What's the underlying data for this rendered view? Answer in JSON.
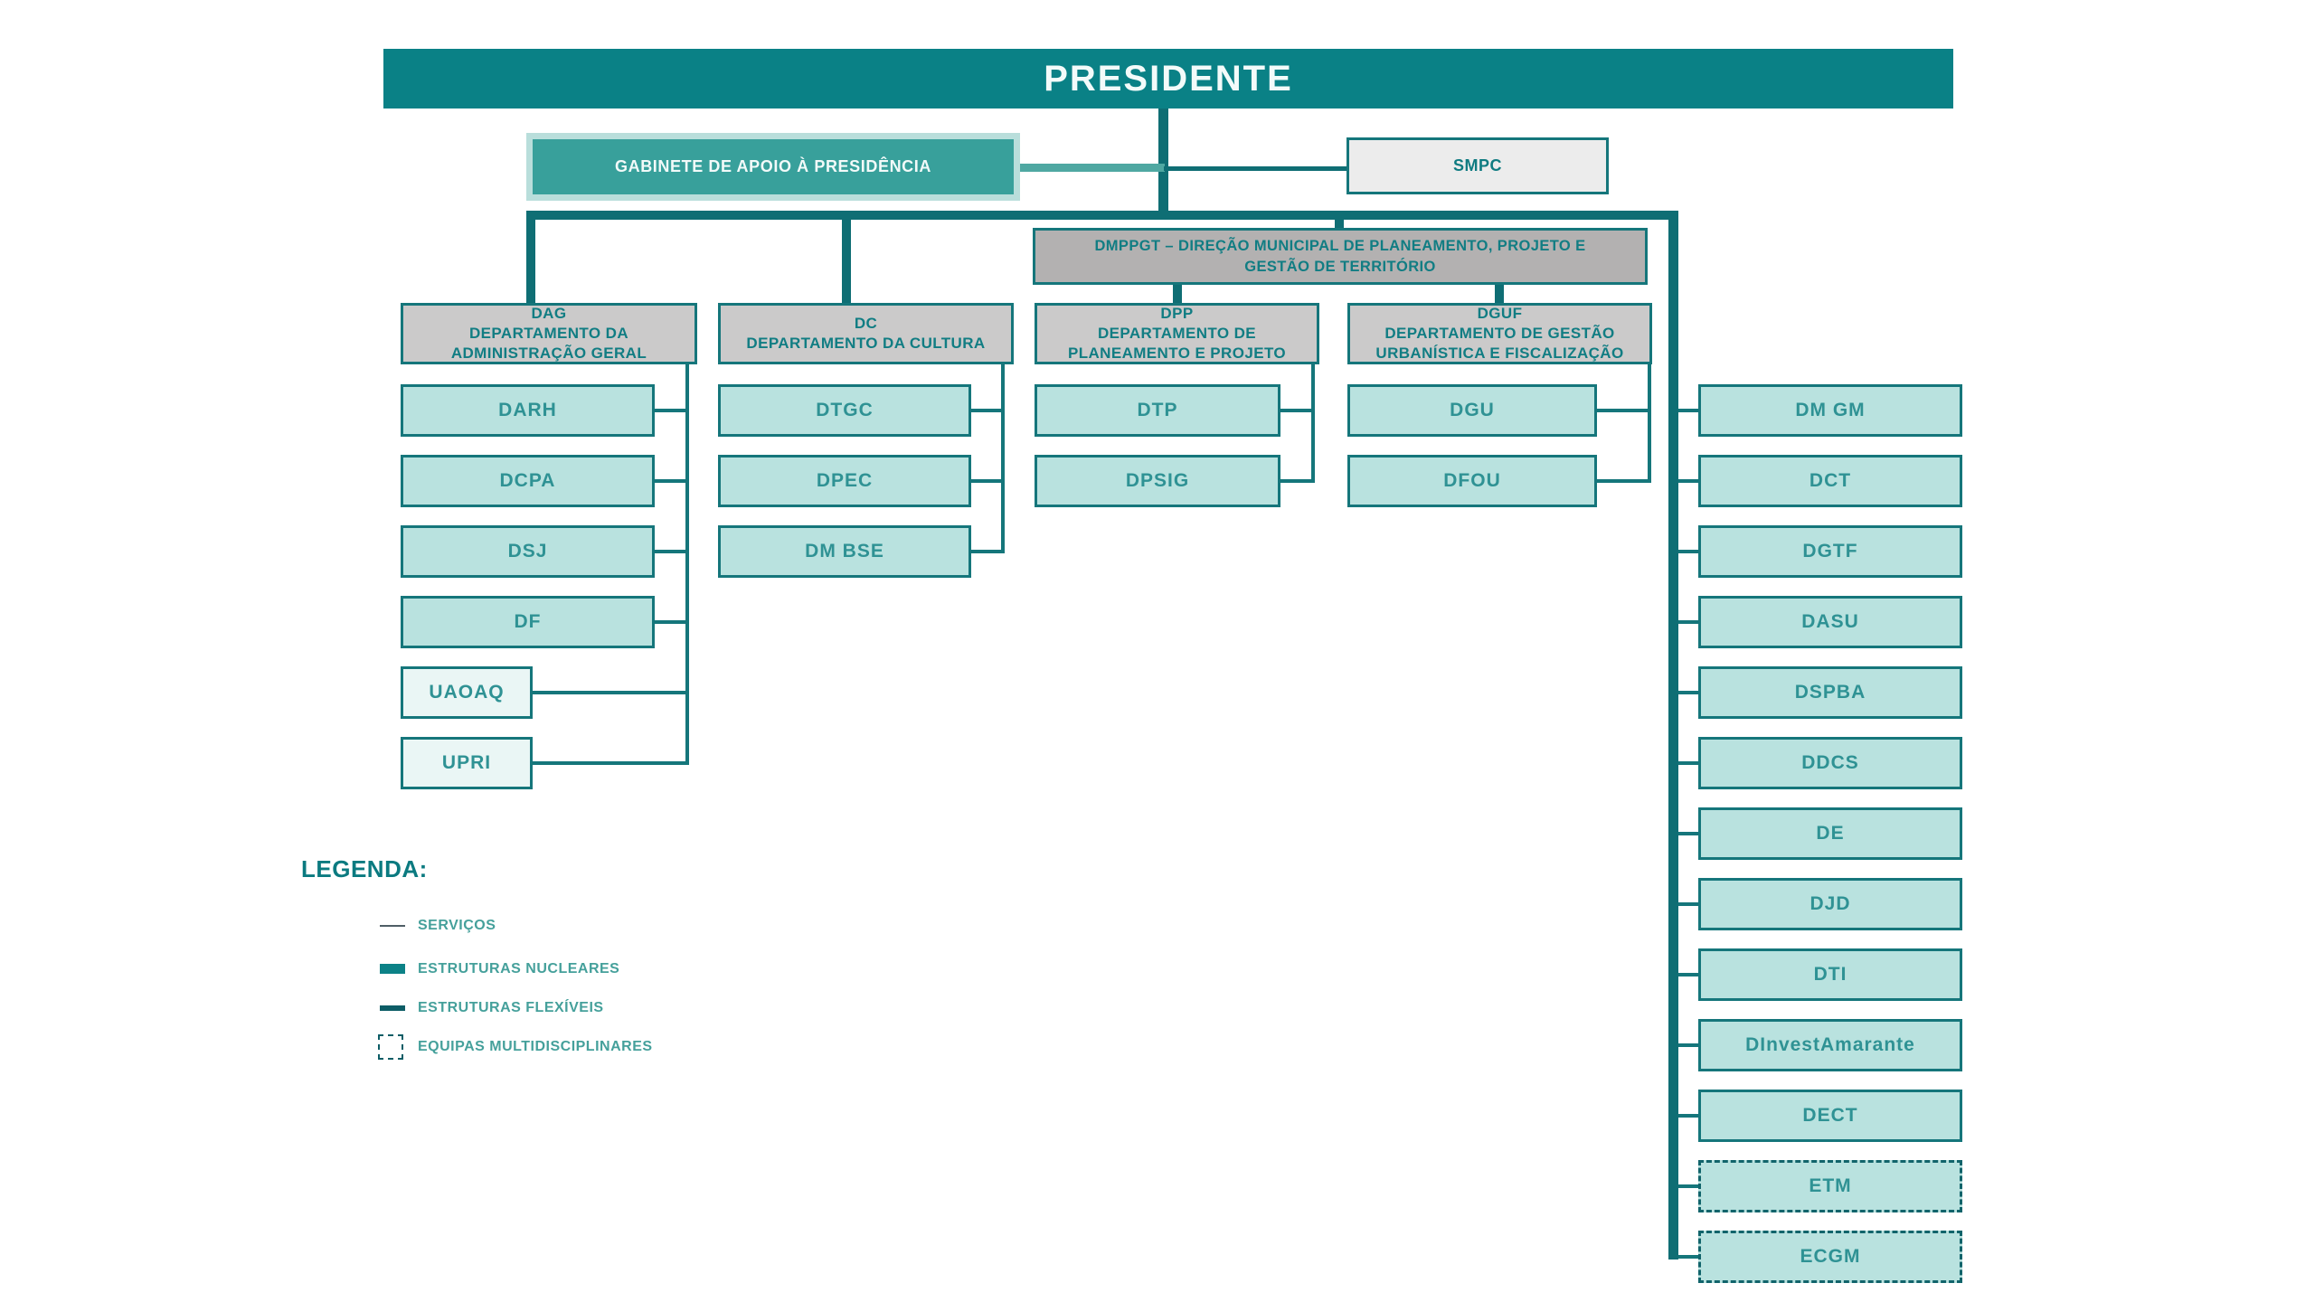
{
  "banner": {
    "title": "PRESIDENTE"
  },
  "top_boxes": {
    "gabinete": {
      "label": "GABINETE DE APOIO À PRESIDÊNCIA"
    },
    "smpc": {
      "label": "SMPC"
    }
  },
  "dmppgt": {
    "line1": "DMPPGT – DIREÇÃO MUNICIPAL DE PLANEAMENTO, PROJETO E",
    "line2": "GESTÃO DE TERRITÓRIO"
  },
  "departments": [
    {
      "id": "dag",
      "lines": [
        "DAG",
        "DEPARTAMENTO DA",
        "ADMINISTRAÇÃO GERAL"
      ],
      "children": [
        "DARH",
        "DCPA",
        "DSJ",
        "DF"
      ],
      "units": [
        "UAOAQ",
        "UPRI"
      ]
    },
    {
      "id": "dc",
      "lines": [
        "DC",
        "DEPARTAMENTO DA CULTURA"
      ],
      "children": [
        "DTGC",
        "DPEC",
        "DM BSE"
      ]
    },
    {
      "id": "dpp",
      "lines": [
        "DPP",
        "DEPARTAMENTO DE",
        "PLANEAMENTO E PROJETO"
      ],
      "children": [
        "DTP",
        "DPSIG"
      ]
    },
    {
      "id": "dguf",
      "lines": [
        "DGUF",
        "DEPARTAMENTO DE GESTÃO",
        "URBANÍSTICA E FISCALIZAÇÃO"
      ],
      "children": [
        "DGU",
        "DFOU"
      ]
    }
  ],
  "right_column": {
    "items": [
      "DM GM",
      "DCT",
      "DGTF",
      "DASU",
      "DSPBA",
      "DDCS",
      "DE",
      "DJD",
      "DTI",
      "DInvestAmarante",
      "DECT",
      "ETM",
      "ECGM"
    ],
    "multidisciplinary_teams": [
      "ETM",
      "ECGM"
    ]
  },
  "legend": {
    "title": "LEGENDA:",
    "items": [
      {
        "swatch": "thin-line",
        "label": "SERVIÇOS"
      },
      {
        "swatch": "thick-line",
        "label": "ESTRUTURAS NUCLEARES"
      },
      {
        "swatch": "medium-line",
        "label": "ESTRUTURAS FLEXÍVEIS"
      },
      {
        "swatch": "dashed-box",
        "label": "EQUIPAS MULTIDISCIPLINARES"
      }
    ]
  },
  "colors": {
    "banner_teal": "#0A8186",
    "nuclear_line": "#0F6E74",
    "box_border": "#15767B",
    "box_text": "#2F9294",
    "header_text": "#117D83",
    "child_fill": "#B9E2DF",
    "unit_fill": "#EAF6F5",
    "header_gray": "#CBCACA",
    "dmppgt_gray": "#B3B1B1",
    "smpc_gray": "#ECECEC",
    "gabinete_fill": "#38A09B",
    "gabinete_glow": "#B9DEDB"
  }
}
